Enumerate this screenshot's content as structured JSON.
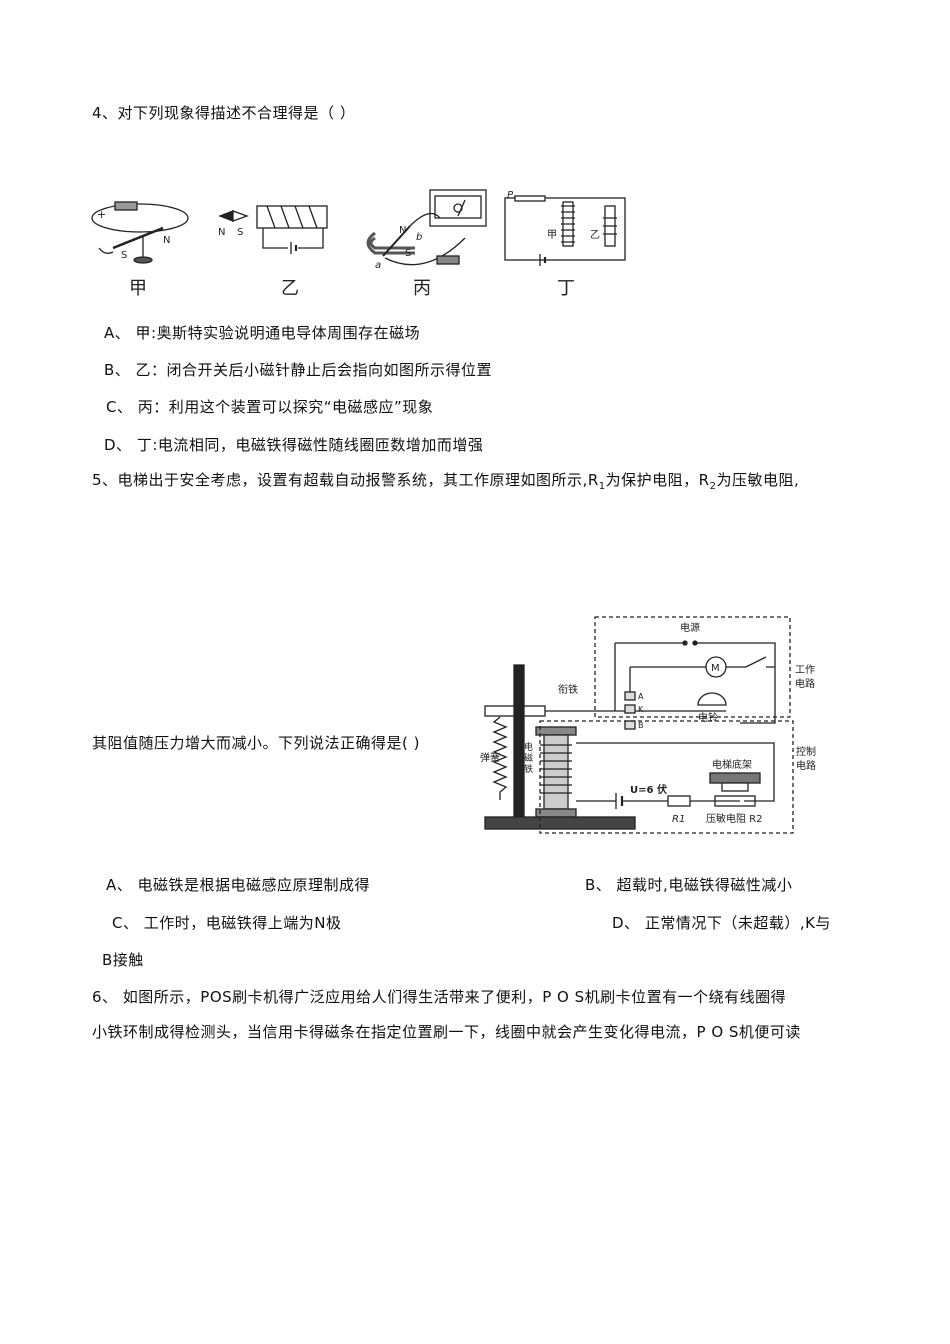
{
  "q4": {
    "stem": "4、对下列现象得描述不合理得是（     ）",
    "figure": {
      "labels": [
        "甲",
        "乙",
        "丙",
        "丁"
      ],
      "pole_n": "N",
      "pole_s": "S",
      "plus": "+",
      "b": "b",
      "a": "a",
      "p": "P",
      "jia": "甲",
      "yi": "乙"
    },
    "options": [
      "A、  甲:奥斯特实验说明通电导体周围存在磁场",
      "B、  乙：闭合开关后小磁针静止后会指向如图所示得位置",
      "C、  丙：利用这个装置可以探究“电磁感应”现象",
      "D、  丁:电流相同，电磁铁得磁性随线圈匝数增加而增强"
    ]
  },
  "q5": {
    "stem": "5、电梯出于安全考虑，设置有超载自动报警系统，其工作原理如图所示,R",
    "r1_sub": "1",
    "stem_mid": "为保护电阻，R",
    "r2_sub": "2",
    "stem_end": "为压敏电阻,",
    "stem2": "其阻值随压力增大而减小。下列说法正确得是(    )",
    "figure": {
      "power": "电源",
      "motor": "M",
      "work_circuit": [
        "工作",
        "电路"
      ],
      "armature": "衔铁",
      "a": "A",
      "k": "K",
      "b": "B",
      "bell": "电铃",
      "spring": "弹簧",
      "electromagnet": [
        "电",
        "磁",
        "铁"
      ],
      "voltage": "U=6 伏",
      "r1": "R1",
      "car_base": "电梯底架",
      "control_circuit": [
        "控制",
        "电路"
      ],
      "r2": "压敏电阻 R2"
    },
    "options": {
      "a": "A、  电磁铁是根据电磁感应原理制成得",
      "b": "B、  超载时,电磁铁得磁性减小",
      "c": "C、  工作时，电磁铁得上端为N极",
      "d": "D、  正常情况下（未超载）,K与",
      "d2": "B接触"
    }
  },
  "q6": {
    "line1": "6、  如图所示，POS刷卡机得广泛应用给人们得生活带来了便利，P O S机刷卡位置有一个绕有线圈得",
    "line2": "小铁环制成得检测头，当信用卡得磁条在指定位置刷一下，线圈中就会产生变化得电流，P O S机便可读"
  }
}
